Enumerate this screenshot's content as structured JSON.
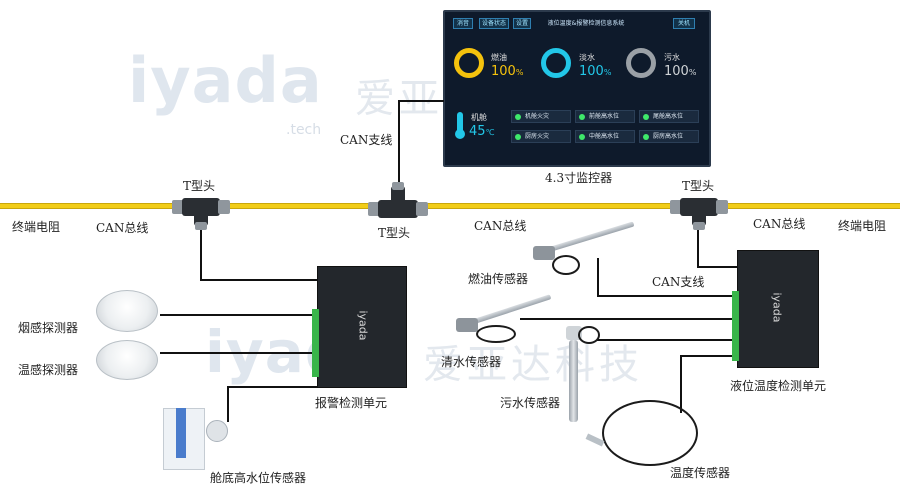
{
  "watermark": {
    "logo": "iyada",
    "tech": ".tech",
    "cn": "爱亚达科技"
  },
  "monitor": {
    "caption": "4.3寸监控器",
    "buttons": [
      "消音",
      "设备状态",
      "设置"
    ],
    "title": "液位温度&报警检测信息系统",
    "close": "关机",
    "tanks": [
      {
        "name": "燃油",
        "value": "100",
        "unit": "%",
        "color": "#f4c20d"
      },
      {
        "name": "淡水",
        "value": "100",
        "unit": "%",
        "color": "#22c7e8"
      },
      {
        "name": "污水",
        "value": "100",
        "unit": "%",
        "color": "#9aa0a6"
      }
    ],
    "temp": {
      "name": "机舱",
      "value": "45",
      "unit": "℃"
    },
    "alarms": [
      "机舱火灾",
      "前舱高水位",
      "尾舱高水位",
      "厨房火灾",
      "中舱高水位",
      "厨房高水位"
    ]
  },
  "labels": {
    "terminal_left": "终端电阻",
    "terminal_right": "终端电阻",
    "can_bus_left": "CAN总线",
    "can_bus_mid": "CAN总线",
    "can_bus_right": "CAN总线",
    "t_left": "T型头",
    "t_mid": "T型头",
    "t_right": "T型头",
    "can_branch_top": "CAN支线",
    "can_branch_right": "CAN支线",
    "smoke": "烟感探测器",
    "heat": "温感探测器",
    "alarm_unit": "报警检测单元",
    "bilge": "舱底高水位传感器",
    "fuel": "燃油传感器",
    "fresh": "清水传感器",
    "waste": "污水传感器",
    "level_unit": "液位温度检测单元",
    "temp_sensor": "温度传感器"
  },
  "colors": {
    "can_cable": "#f2cd18",
    "terminal_green": "#39b54a",
    "screen_bg": "#0e1a2b"
  }
}
